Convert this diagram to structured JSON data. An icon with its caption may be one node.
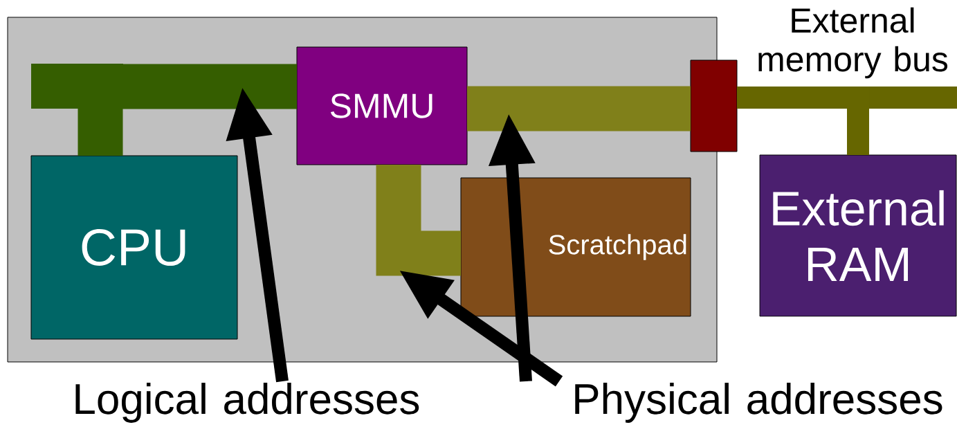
{
  "diagram": {
    "nodes": [
      {
        "text": [],
        "shape": "box"
      },
      {
        "text": [
          "CPU"
        ],
        "in": 0
      },
      {
        "text": [
          "SMMU"
        ],
        "in": 0
      },
      {
        "text": [
          "Scratchpad"
        ],
        "in": 0
      },
      {
        "text": [],
        "shape": "box"
      },
      {
        "text": [
          "External RAM"
        ]
      },
      {
        "text": [
          "Logical addresses"
        ]
      },
      {
        "text": [
          "Physical addresses"
        ]
      }
    ],
    "edges": [
      {
        "from": 1,
        "to": 2,
        "arrow": "none",
        "style": "thick",
        "color": "#355e00"
      },
      {
        "from": 2,
        "to": 4,
        "arrow": "none",
        "style": "thick",
        "color": "#80801a"
      },
      {
        "from": 2,
        "to": 3,
        "arrow": "none",
        "style": "thick",
        "color": "#80801a"
      },
      {
        "from": 4,
        "to": 5,
        "arrow": "none",
        "color": "#666600"
      },
      {
        "from": 6,
        "to": null,
        "arrow": "to"
      },
      {
        "from": 7,
        "to": null,
        "arrow": "to"
      },
      {
        "from": 7,
        "to": null,
        "arrow": "to"
      }
    ],
    "labels": [
      "External memory bus"
    ]
  }
}
